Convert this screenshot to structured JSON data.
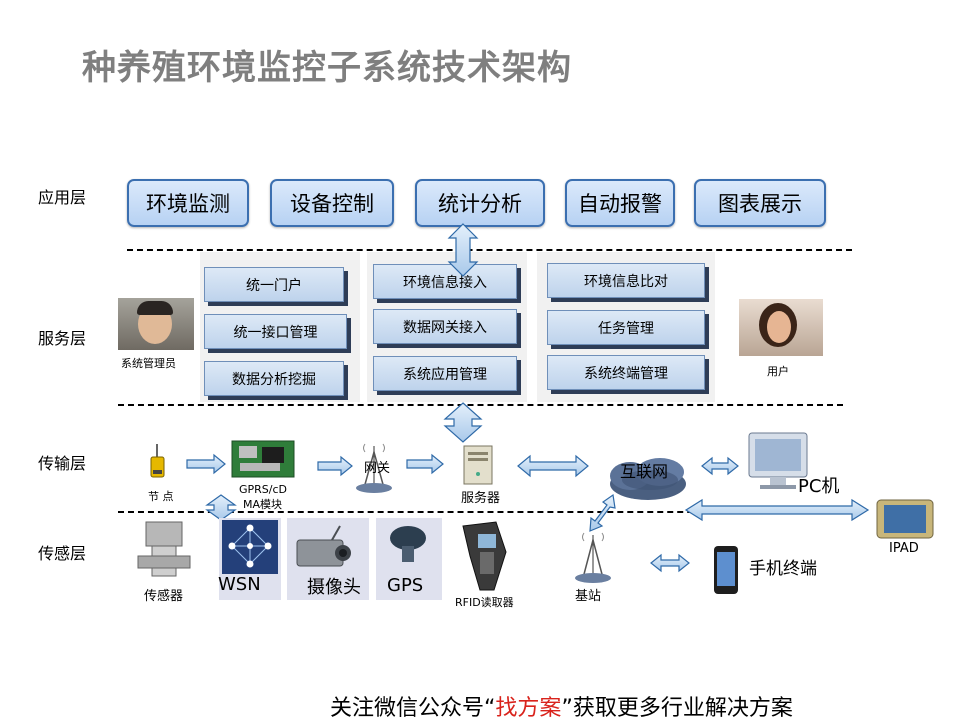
{
  "title": "种养殖环境监控子系统技术架构",
  "layers": {
    "app": "应用层",
    "service": "服务层",
    "transport": "传输层",
    "sensing": "传感层"
  },
  "app_buttons": [
    "环境监测",
    "设备控制",
    "统计分析",
    "自动报警",
    "图表展示"
  ],
  "service_columns": [
    [
      "统一门户",
      "统一接口管理",
      "数据分析挖掘"
    ],
    [
      "环境信息接入",
      "数据网关接入",
      "系统应用管理"
    ],
    [
      "环境信息比对",
      "任务管理",
      "系统终端管理"
    ]
  ],
  "people": {
    "admin": "系统管理员",
    "user": "用户"
  },
  "transport": {
    "node": "节 点",
    "gprs_line1": "GPRS/cD",
    "gprs_line2": "MA模块",
    "gateway": "网关",
    "server": "服务器",
    "internet": "互联网",
    "pc": "PC机",
    "ipad": "IPAD",
    "base_station": "基站",
    "phone": "手机终端"
  },
  "sensing": {
    "sensor": "传感器",
    "wsn": "WSN",
    "camera": "摄像头",
    "gps": "GPS",
    "rfid": "RFID读取器"
  },
  "footer": {
    "prefix": "关注微信公众号",
    "quote_open": "“",
    "highlight": "找方案",
    "quote_close": "”",
    "suffix": "获取更多行业解决方案"
  },
  "colors": {
    "title": "#7f7f7f",
    "app_border": "#3b6fb0",
    "arrow_fill": "#c5dcf2",
    "arrow_stroke": "#2f6aa8",
    "highlight": "#d9231c"
  }
}
